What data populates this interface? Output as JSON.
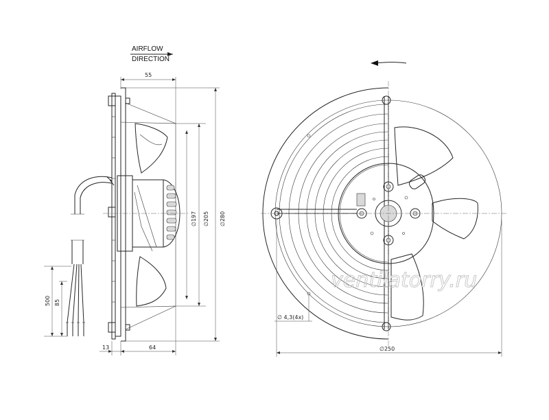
{
  "airflow": {
    "line1": "AIRFLOW",
    "line2": "DIRECTION"
  },
  "dims": {
    "d55": "55",
    "d197": "∅197",
    "d205": "∅205",
    "d280": "∅280",
    "d500": "500",
    "d85": "85",
    "d13": "13",
    "d64": "64",
    "d250": "∅250",
    "hole": "∅ 4,3(4x)"
  },
  "watermark": "ventilatorry.ru"
}
